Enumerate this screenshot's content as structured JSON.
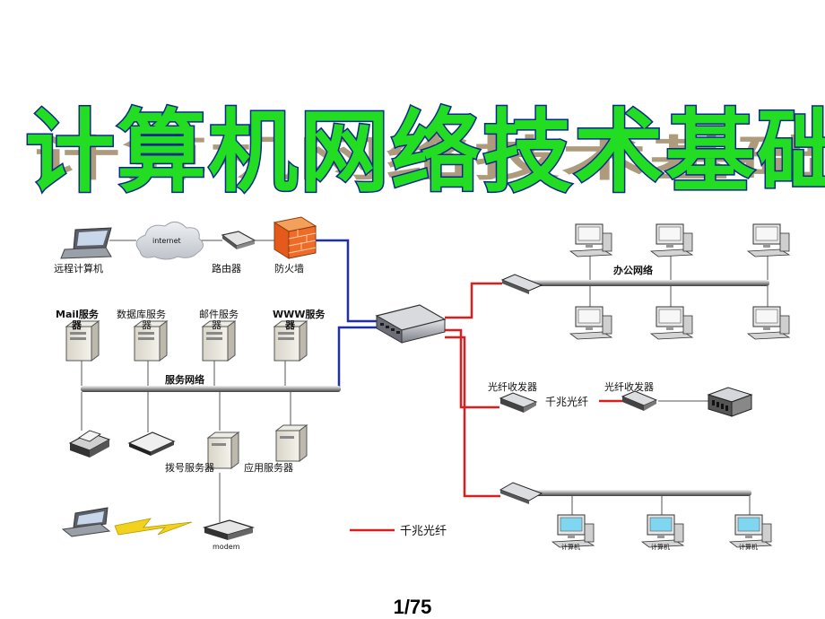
{
  "title": "计算机网络技术基础",
  "labels": {
    "remote": "远程计算机",
    "internet": "internet",
    "router": "路由器",
    "firewall": "防火墙",
    "mail": "Mail服务器",
    "db": "数据库服务器",
    "email": "邮件服务器",
    "www": "WWW服务器",
    "server_net": "服务网络",
    "office_net": "办公网络",
    "transceiver1": "光纤收发器",
    "transceiver2": "光纤收发器",
    "gigabit_inline": "千兆光纤",
    "dialup": "拨号服务器",
    "app": "应用服务器",
    "modem": "modem",
    "pc": "计算机",
    "legend": "千兆光纤"
  },
  "page": "1/75",
  "colors": {
    "title_fill": "#22dd22",
    "title_stroke": "#0a2a8a",
    "copper_link": "#1f2fa8",
    "fiber_link": "#dd1e1e",
    "lightning": "#f2d21c"
  }
}
